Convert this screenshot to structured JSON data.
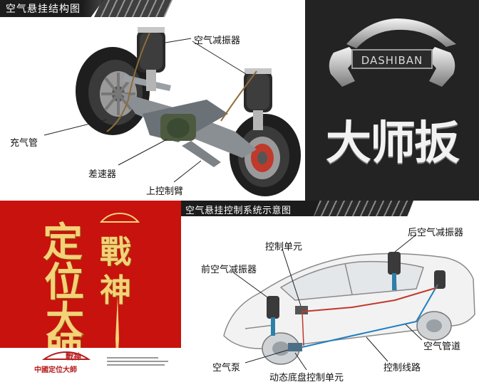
{
  "panel_structure": {
    "title": "空气悬挂结构图",
    "labels": {
      "shock": "空气减振器",
      "inflate_pipe": "充气管",
      "differential": "差速器",
      "upper_arm": "上控制臂"
    }
  },
  "panel_logo": {
    "brand_en": "DASHIBAN",
    "brand_cn": "大师扳"
  },
  "panel_poster": {
    "calligraphy_left": [
      "定",
      "位",
      "大",
      "師"
    ],
    "calligraphy_right": [
      "戰",
      "神"
    ],
    "footer_slogan": "中國定位大師",
    "footer_brand": "戰神",
    "colors": {
      "red": "#c8120e",
      "gold": "#f3d278"
    }
  },
  "panel_control": {
    "title": "空气悬挂控制系统示意图",
    "labels": {
      "rear_shock": "后空气减振器",
      "control_unit": "控制单元",
      "front_shock": "前空气减振器",
      "air_pipe": "空气管道",
      "control_line": "控制线路",
      "air_pump": "空气泵",
      "dynamic_ecu": "动态底盘控制单元"
    }
  }
}
